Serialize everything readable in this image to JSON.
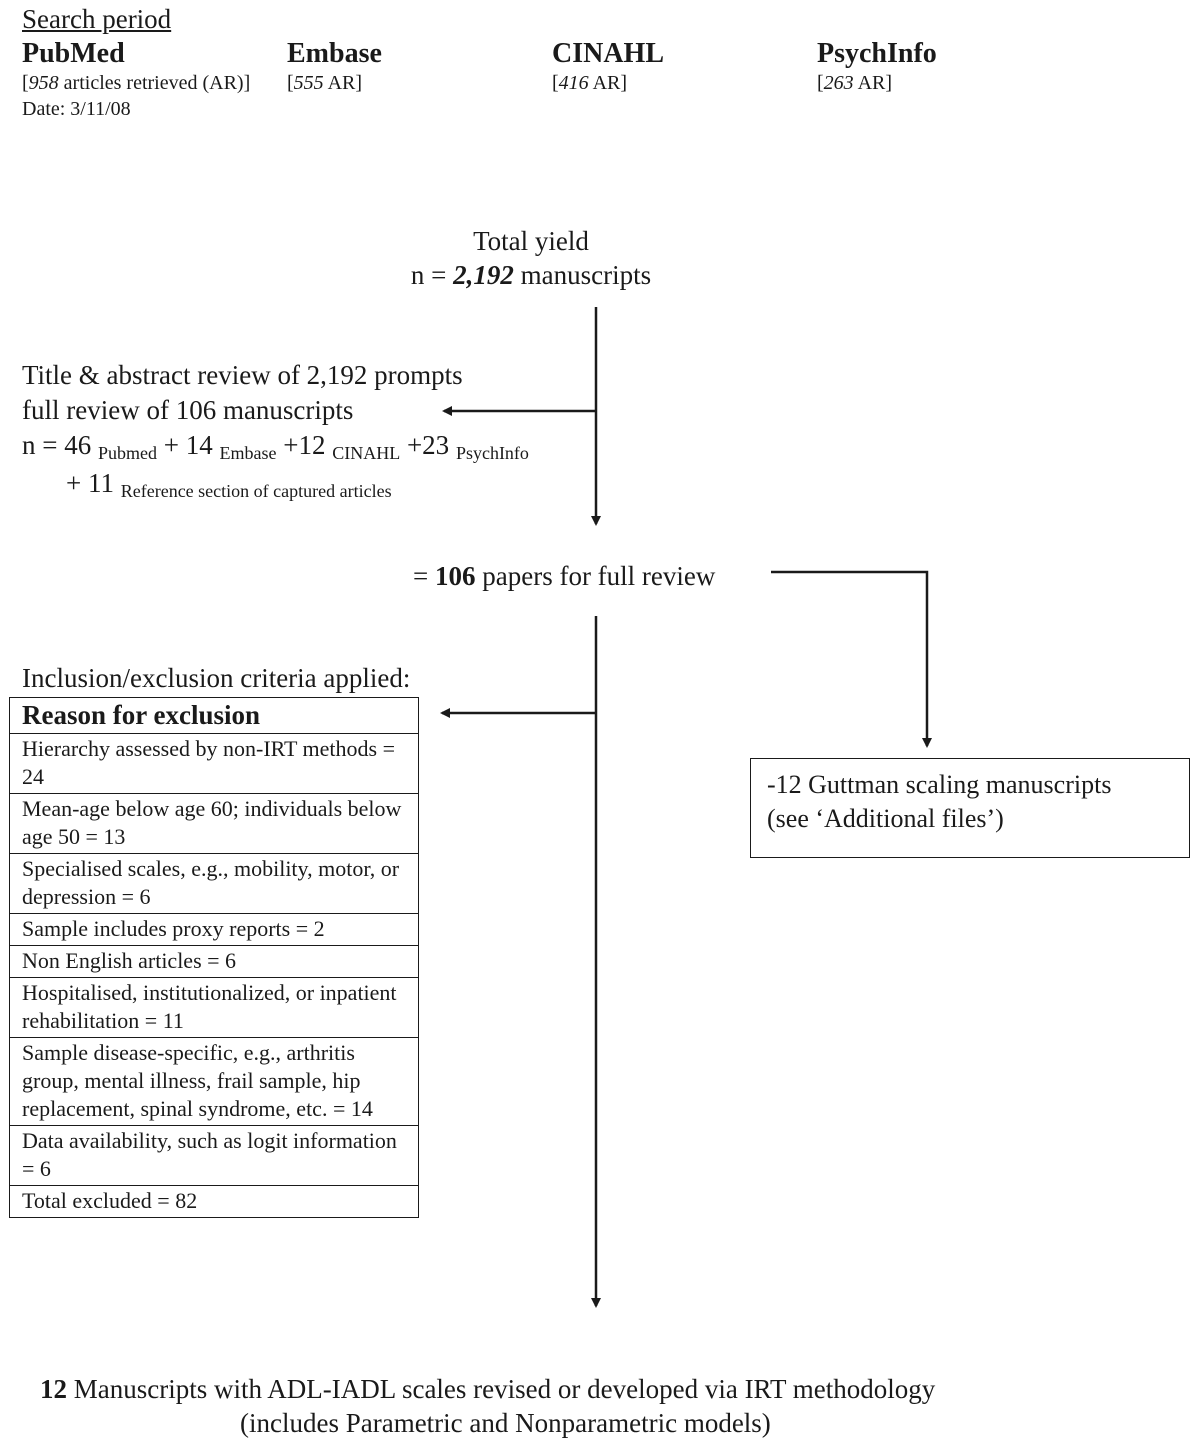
{
  "search_period": {
    "label": "Search period",
    "databases": [
      {
        "name": "PubMed",
        "count": "958",
        "count_suffix": " articles retrieved (AR)]",
        "date": "Date: 3/11/08"
      },
      {
        "name": "Embase",
        "count": "555",
        "count_suffix": " AR]"
      },
      {
        "name": "CINAHL",
        "count": "416",
        "count_suffix": " AR]"
      },
      {
        "name": "PsychInfo",
        "count": "263",
        "count_suffix": " AR]"
      }
    ]
  },
  "total_yield": {
    "line1": "Total yield",
    "prefix": "n = ",
    "count": "2,192",
    "suffix": " manuscripts"
  },
  "title_review": {
    "line1": "Title & abstract review of 2,192 prompts",
    "line2": "full review of 106 manuscripts",
    "terms": [
      {
        "text": "n = 46 ",
        "source": "Pubmed"
      },
      {
        "text": " + 14 ",
        "source": "Embase"
      },
      {
        "text": " +12 ",
        "source": "CINAHL"
      },
      {
        "text": " +23 ",
        "source": "PsychInfo"
      }
    ],
    "extra": {
      "text": "+ 11 ",
      "source": "Reference section of captured articles"
    }
  },
  "papers_full_review": {
    "prefix": "= ",
    "count": "106",
    "suffix": " papers for full review"
  },
  "criteria_title": "Inclusion/exclusion criteria applied:",
  "exclusion_table": {
    "header": "Reason for exclusion",
    "rows": [
      "Hierarchy assessed by non-IRT methods = 24",
      "Mean-age below age 60; individuals below age 50 = 13",
      "Specialised scales, e.g., mobility, motor, or depression = 6",
      "Sample includes proxy reports = 2",
      "Non English articles = 6",
      "Hospitalised, institutionalized, or inpatient rehabilitation = 11",
      "Sample disease-specific, e.g., arthritis group, mental illness, frail sample, hip replacement, spinal syndrome, etc. = 14",
      "Data availability, such as logit information = 6",
      "Total excluded = 82"
    ]
  },
  "guttman_box": {
    "line1": "-12 Guttman scaling manuscripts",
    "line2": "(see ‘Additional files’)"
  },
  "final_result": {
    "count": "12",
    "line1": " Manuscripts with ADL-IADL scales revised or developed via IRT methodology",
    "line2": "(includes Parametric and Nonparametric models)"
  }
}
